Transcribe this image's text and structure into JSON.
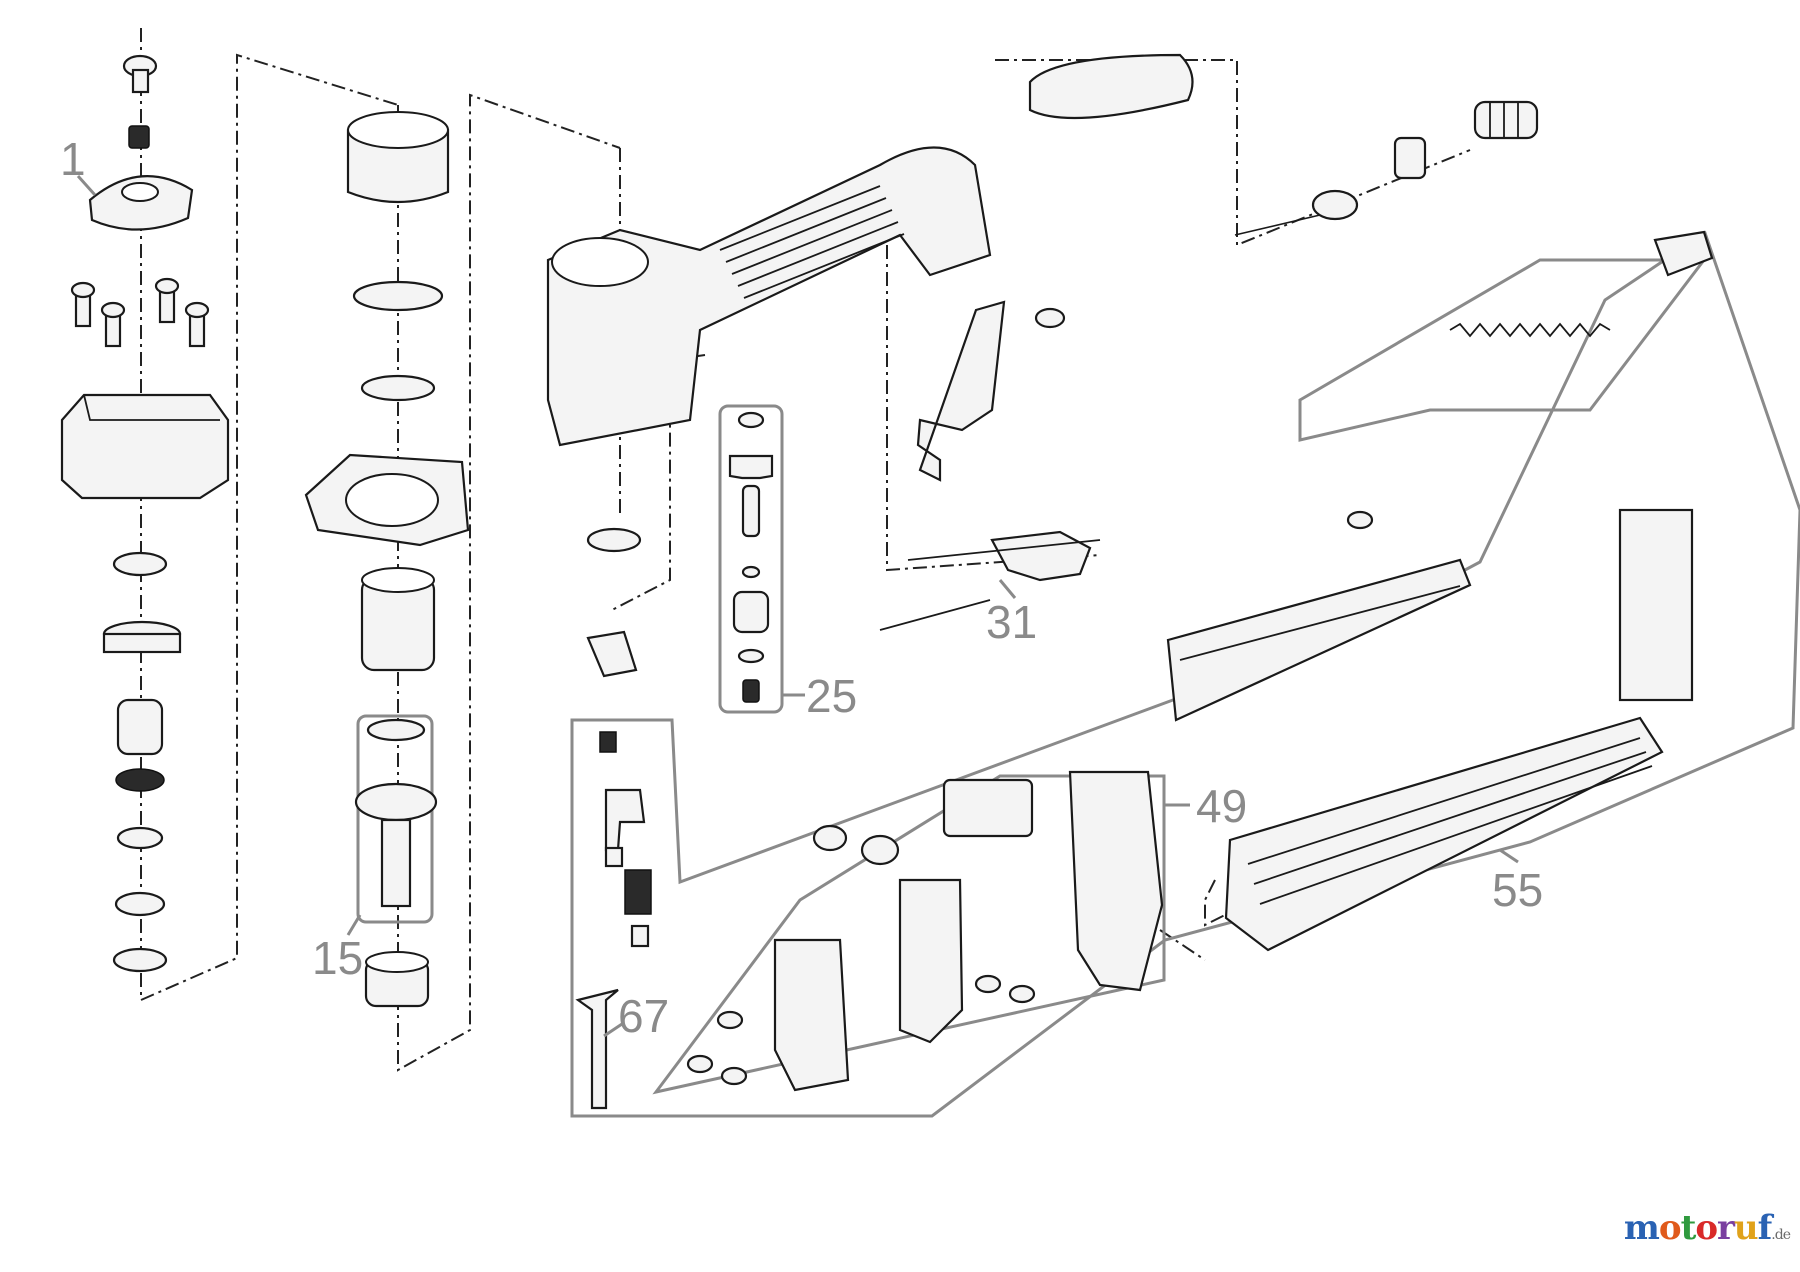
{
  "callouts": {
    "c1": "1",
    "c15": "15",
    "c25": "25",
    "c31": "31",
    "c49": "49",
    "c55": "55",
    "c67": "67"
  },
  "watermark": {
    "letters": [
      "m",
      "o",
      "t",
      "o",
      "r",
      "u",
      "f"
    ],
    "colors": [
      "#2a62b3",
      "#e05a1b",
      "#2f9a3e",
      "#d92a2a",
      "#7a3fa0",
      "#e0a21b",
      "#2a62b3"
    ],
    "suffix": ".de"
  }
}
